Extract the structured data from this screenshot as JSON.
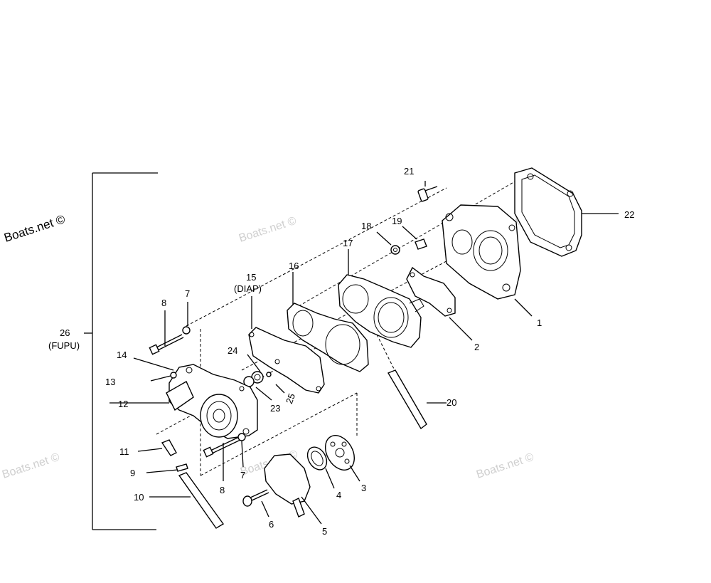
{
  "watermarks": {
    "primary": "Boats.net ©",
    "faint": "Boats.net ©"
  },
  "callouts": {
    "c1": "1",
    "c2": "2",
    "c3": "3",
    "c4": "4",
    "c5": "5",
    "c6": "6",
    "c7a": "7",
    "c7b": "7",
    "c8a": "8",
    "c8b": "8",
    "c9": "9",
    "c10": "10",
    "c11": "11",
    "c12": "12",
    "c13": "13",
    "c14": "14",
    "c15": "15",
    "c15_sub": "(DIAP)",
    "c16": "16",
    "c17": "17",
    "c18": "18",
    "c19": "19",
    "c20": "20",
    "c21": "21",
    "c22": "22",
    "c23": "23",
    "c24": "24",
    "c25": "25",
    "c26": "26",
    "c26_sub": "(FUPU)"
  },
  "colors": {
    "ink": "#000000",
    "watermark": "#cfcfcf",
    "background": "#ffffff"
  }
}
